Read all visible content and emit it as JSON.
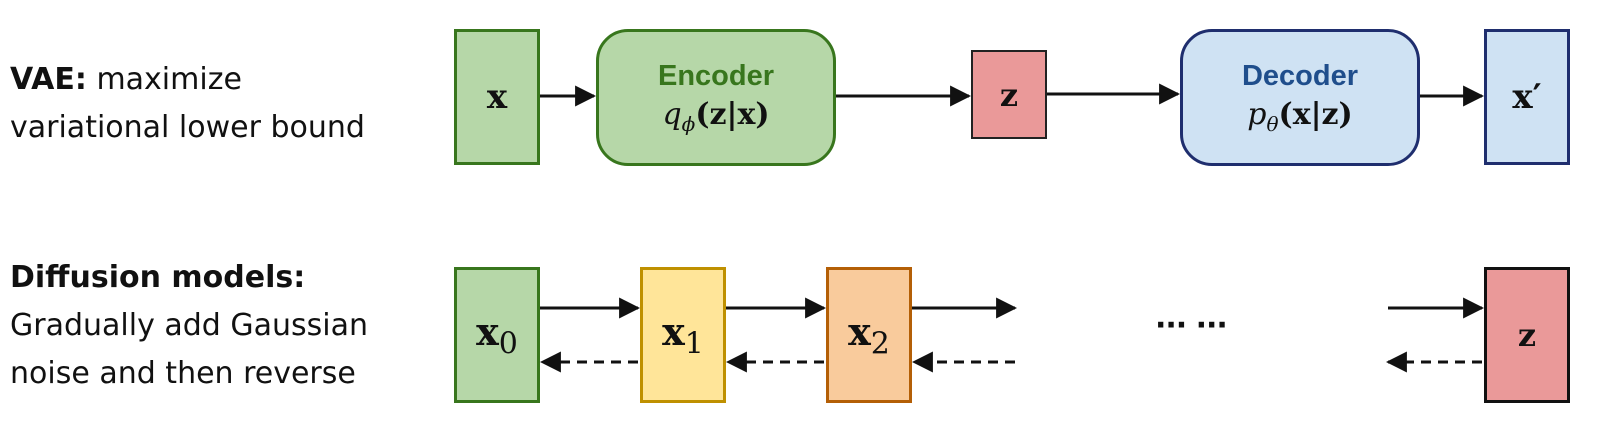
{
  "vae": {
    "title": "VAE:",
    "subtitle_line1": "maximize",
    "subtitle_line2": "variational lower bound",
    "input_symbol": "x",
    "encoder_label": "Encoder",
    "encoder_formula": {
      "fn": "q",
      "sub": "ϕ",
      "args": "(z|x)"
    },
    "latent_symbol": "z",
    "decoder_label": "Decoder",
    "decoder_formula": {
      "fn": "p",
      "sub": "θ",
      "args": "(x|z)"
    },
    "output_symbol": "x′"
  },
  "diffusion": {
    "title": "Diffusion models:",
    "desc_line1": "Gradually add Gaussian",
    "desc_line2": "noise and then reverse",
    "steps": [
      {
        "symbol": "x",
        "sub": "0"
      },
      {
        "symbol": "x",
        "sub": "1"
      },
      {
        "symbol": "x",
        "sub": "2"
      }
    ],
    "ellipsis": "··· ···",
    "final_symbol": "z"
  },
  "colors": {
    "green_fill": "#b6d7a8",
    "green_border": "#38761d",
    "blue_fill": "#cfe2f3",
    "blue_border": "#1f2e6e",
    "red_fill": "#ea9999",
    "yellow_fill": "#ffe599",
    "yellow_border": "#bf9000",
    "orange_fill": "#f9cb9c",
    "orange_border": "#b45f06"
  }
}
